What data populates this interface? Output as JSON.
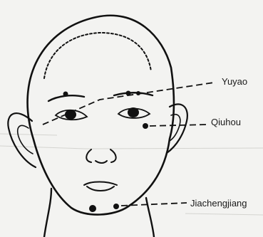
{
  "labels": {
    "yuyao": "Yuyao",
    "qiuhou": "Qiuhou",
    "jiachengjiang": "Jiachengjiang"
  },
  "colors": {
    "ink": "#111111",
    "paper": "#f3f3f1"
  }
}
